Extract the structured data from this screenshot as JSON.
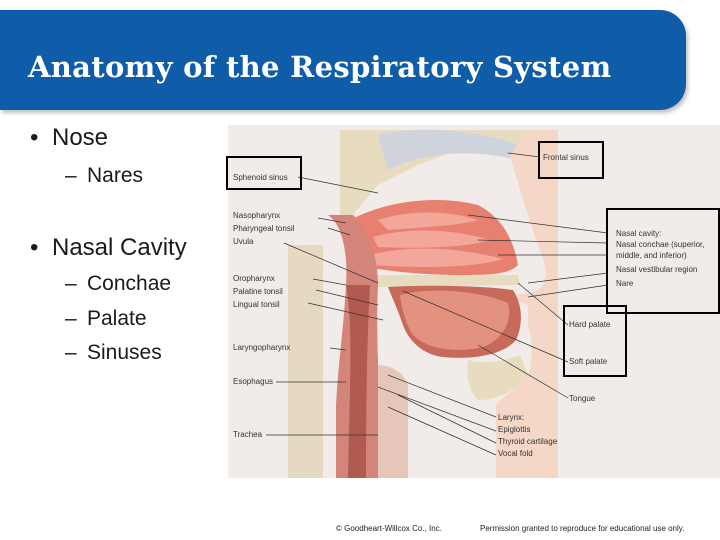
{
  "slide": {
    "title": "Anatomy of the Respiratory System",
    "bullets": {
      "nose": "Nose",
      "nares": "Nares",
      "nasal_cavity": "Nasal Cavity",
      "conchae": "Conchae",
      "palate": "Palate",
      "sinuses": "Sinuses"
    },
    "bullet_symbol": "•",
    "dash_symbol": "–"
  },
  "figure": {
    "labels": {
      "frontal_sinus": "Frontal sinus",
      "sphenoid_sinus": "Sphenoid sinus",
      "nasopharynx": "Nasopharynx",
      "pharyngeal_tonsil": "Pharyngeal tonsil",
      "uvula": "Uvula",
      "oropharynx": "Oropharynx",
      "palatine_tonsil": "Palatine tonsil",
      "lingual_tonsil": "Lingual tonsil",
      "laryngopharynx": "Laryngopharynx",
      "esophagus": "Esophagus",
      "trachea": "Trachea",
      "nasal_cavity": "Nasal cavity:",
      "nasal_conchae": "Nasal conchae (superior,",
      "nasal_conchae_2": "middle, and inferior)",
      "vestibular_region": "Nasal vestibular region",
      "nare": "Nare",
      "hard_palate": "Hard palate",
      "soft_palate": "Soft palate",
      "tongue": "Tongue",
      "larynx": "Larynx:",
      "epiglottis": "Epiglottis",
      "thyroid_cartilage": "Thyroid cartilage",
      "vocal_fold": "Vocal fold"
    }
  },
  "footer": {
    "copyright": "© Goodheart-Willcox Co., Inc.",
    "permission": "Permission granted to reproduce for educational use only."
  }
}
